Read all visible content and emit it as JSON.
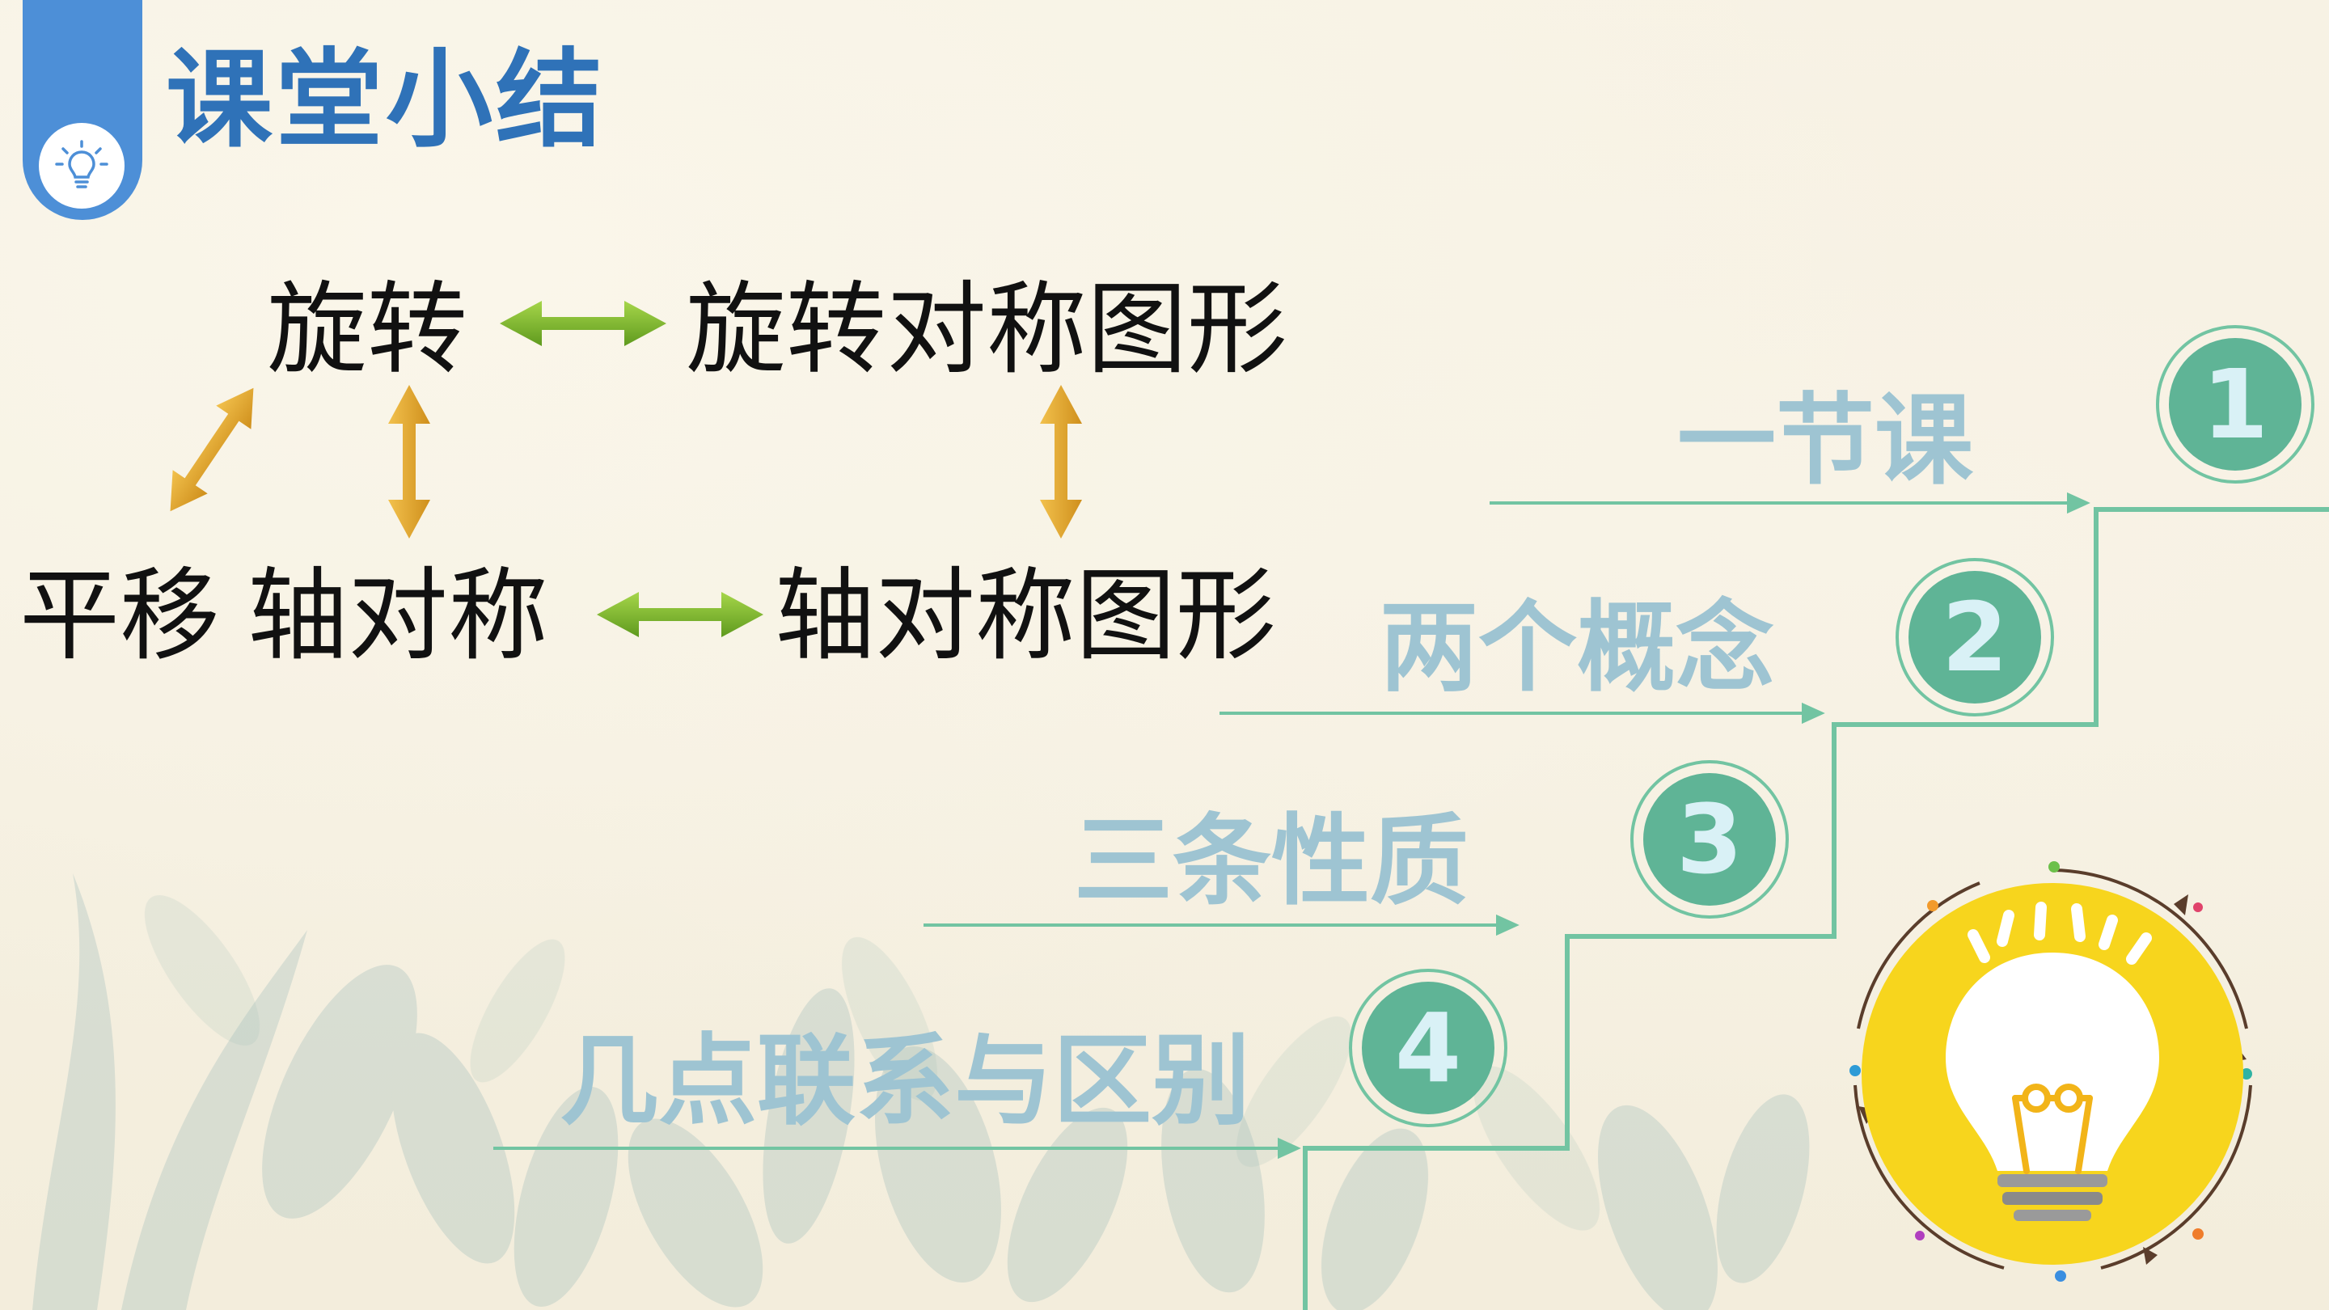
{
  "header": {
    "title": "课堂小结",
    "icon": "lightbulb-icon"
  },
  "concepts": {
    "rotation": "旋转",
    "rotational_symmetric_figure": "旋转对称图形",
    "translation": "平移",
    "axial_symmetry": "轴对称",
    "axial_symmetric_figure": "轴对称图形"
  },
  "steps": [
    {
      "label": "一节课",
      "number": "1"
    },
    {
      "label": "两个概念",
      "number": "2"
    },
    {
      "label": "三条性质",
      "number": "3"
    },
    {
      "label": "几点联系与区别",
      "number": "4"
    }
  ],
  "colors": {
    "header_blue": "#4d8fd7",
    "title_blue": "#2f72b8",
    "green_arrow": "#7dbb2a",
    "orange_arrow": "#e1a62c",
    "step_green": "#5fb496",
    "step_text": "#9ec4d2",
    "bulb_yellow": "#f7d51d"
  }
}
